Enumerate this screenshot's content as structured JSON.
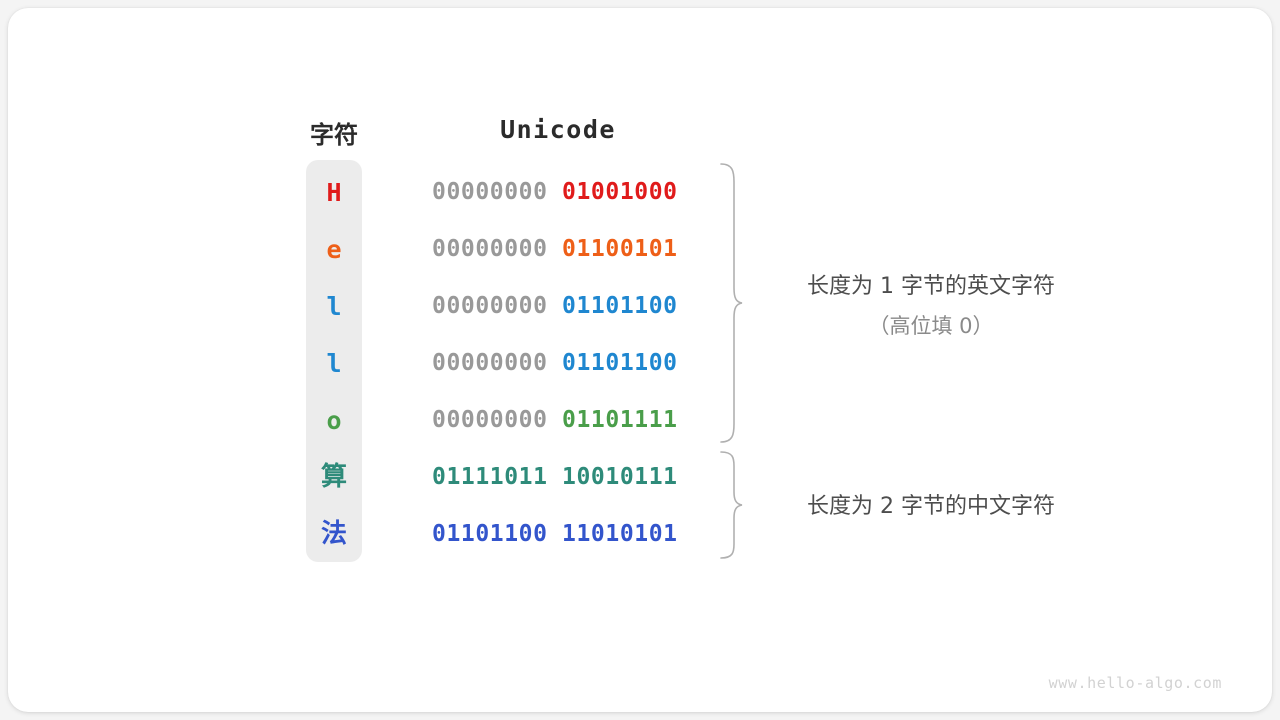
{
  "card": {
    "background": "#ffffff",
    "page_background": "#f4f4f4"
  },
  "headers": {
    "char": "字符",
    "unicode": "Unicode"
  },
  "strip": {
    "background": "#ececec"
  },
  "colors": {
    "high_bits": "#999999",
    "red": "#e01b1b",
    "orange": "#ee5f18",
    "blue": "#1f87d0",
    "green": "#4a9e4a",
    "teal": "#2e8b7a",
    "royal_blue": "#3355cc",
    "annotation_text": "#4d4d4d",
    "annotation_sub": "#8a8a8a",
    "brace": "#b0b0b0",
    "watermark": "#d2d2d2"
  },
  "rows": [
    {
      "char": "H",
      "high": "00000000 ",
      "low": "01001000",
      "color": "#e01b1b",
      "cjk": false
    },
    {
      "char": "e",
      "high": "00000000 ",
      "low": "01100101",
      "color": "#ee5f18",
      "cjk": false
    },
    {
      "char": "l",
      "high": "00000000 ",
      "low": "01101100",
      "color": "#1f87d0",
      "cjk": false
    },
    {
      "char": "l",
      "high": "00000000 ",
      "low": "01101100",
      "color": "#1f87d0",
      "cjk": false
    },
    {
      "char": "o",
      "high": "00000000 ",
      "low": "01101111",
      "color": "#4a9e4a",
      "cjk": false
    },
    {
      "char": "算",
      "high": "",
      "low": "01111011 10010111",
      "color": "#2e8b7a",
      "cjk": true
    },
    {
      "char": "法",
      "high": "",
      "low": "01101100 11010101",
      "color": "#3355cc",
      "cjk": true
    }
  ],
  "annotations": [
    {
      "line1": "长度为 1 字节的英文字符",
      "line2": "（高位填 0）"
    },
    {
      "line1": "长度为 2 字节的中文字符",
      "line2": ""
    }
  ],
  "watermark": "www.hello-algo.com"
}
